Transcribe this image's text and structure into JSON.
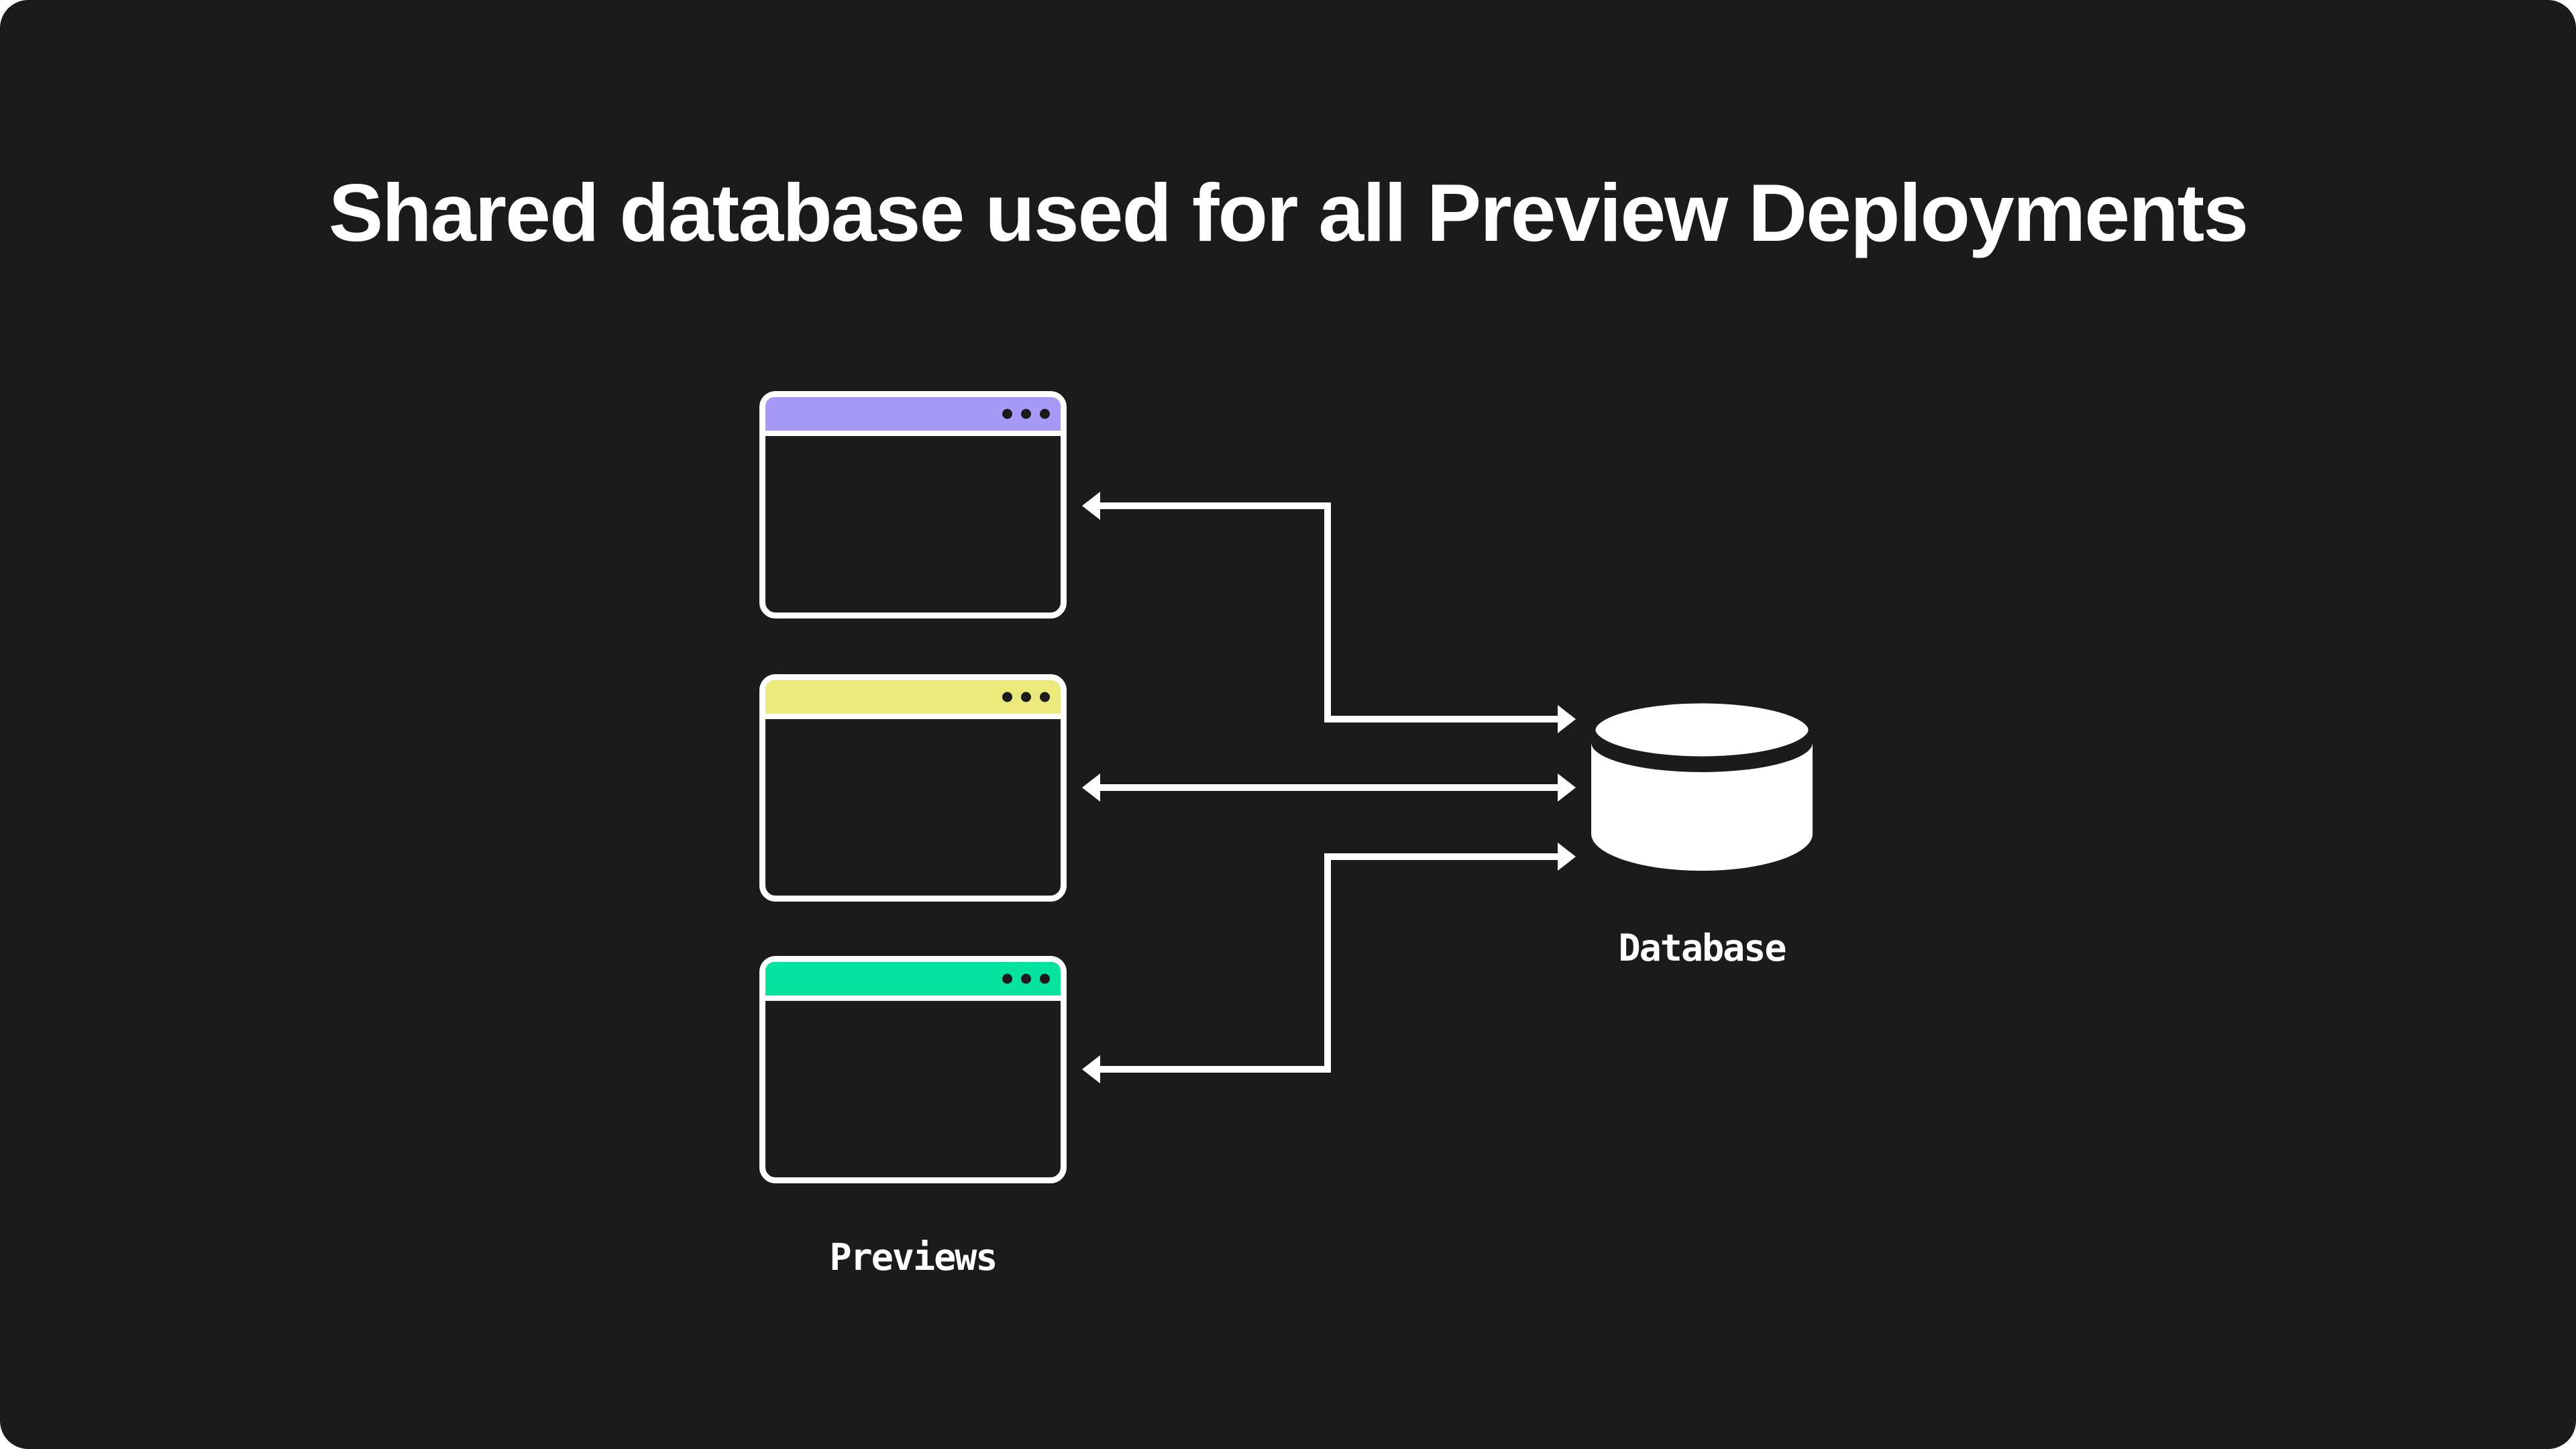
{
  "title": "Shared database used for all Preview Deployments",
  "colors": {
    "background": "#1c1b1b",
    "line": "#ffffff",
    "window_dot": "#1c1b1b"
  },
  "previews": {
    "label": "Previews",
    "windows": [
      {
        "name": "preview-deployment-1",
        "bar_color": "#a79af7"
      },
      {
        "name": "preview-deployment-2",
        "bar_color": "#ece97c"
      },
      {
        "name": "preview-deployment-3",
        "bar_color": "#05e39e"
      }
    ]
  },
  "database": {
    "label": "Database"
  }
}
